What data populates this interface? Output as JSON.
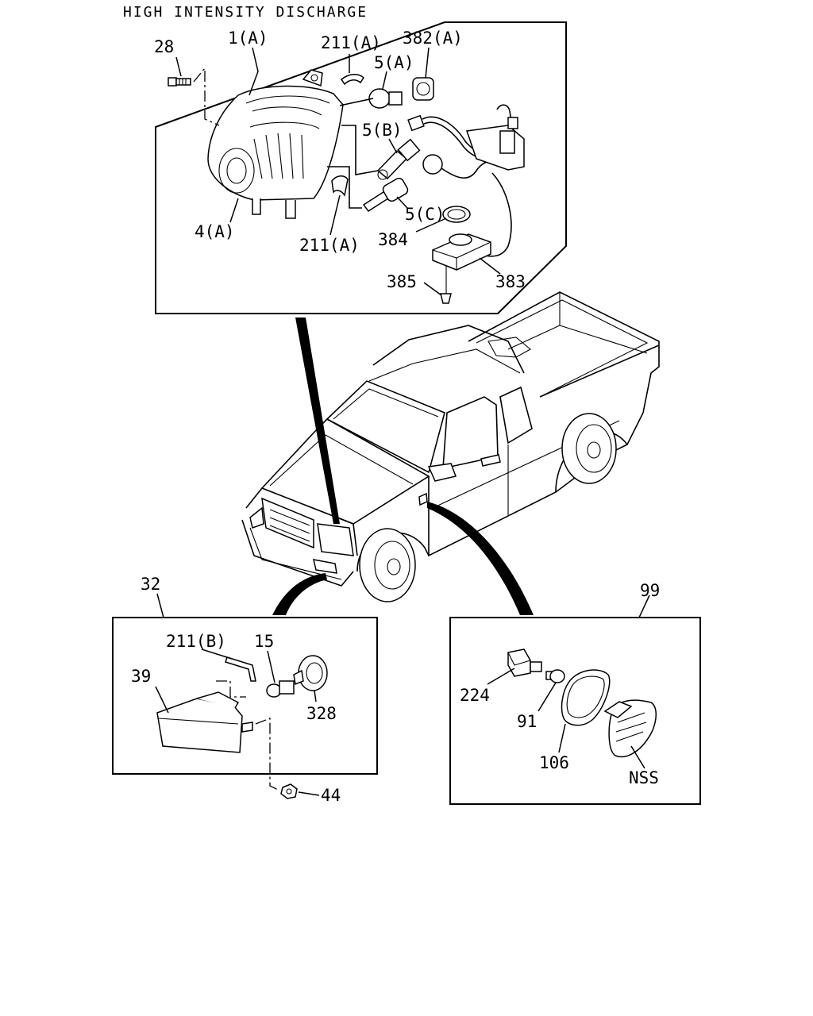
{
  "title": "HIGH INTENSITY DISCHARGE",
  "hid_panel": {
    "callouts": {
      "c28": "28",
      "c1a": "1(A)",
      "c211a_top": "211(A)",
      "c382a": "382(A)",
      "c5a": "5(A)",
      "c5b": "5(B)",
      "c5c": "5(C)",
      "c4a": "4(A)",
      "c211a_bottom": "211(A)",
      "c384": "384",
      "c385": "385",
      "c383": "383"
    }
  },
  "fog_panel": {
    "callouts": {
      "c32": "32",
      "c211b": "211(B)",
      "c15": "15",
      "c39": "39",
      "c328": "328",
      "c44": "44"
    }
  },
  "side_panel": {
    "callouts": {
      "c99": "99",
      "c224": "224",
      "c91": "91",
      "c106": "106",
      "cnss": "NSS"
    }
  }
}
